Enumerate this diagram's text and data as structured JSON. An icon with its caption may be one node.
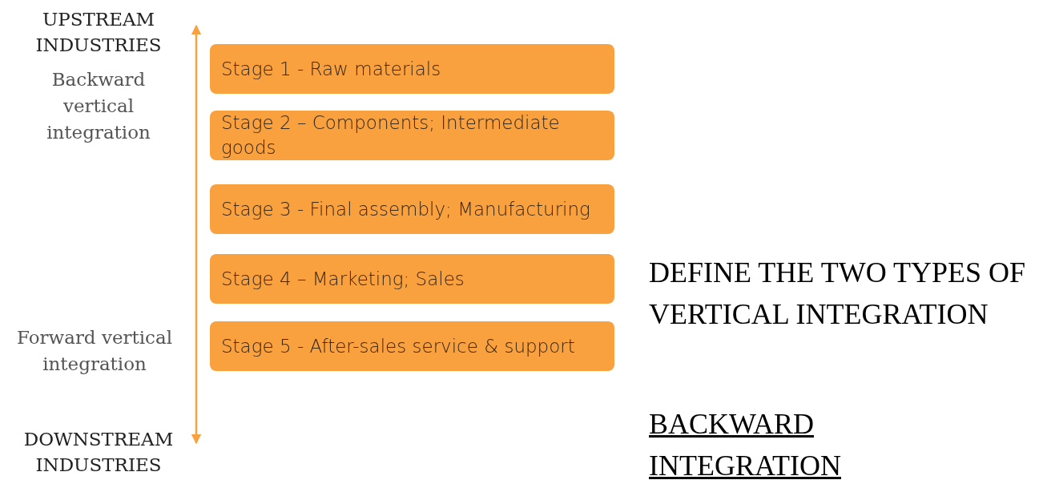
{
  "diagram": {
    "nodes": [
      {
        "text": [
          "Stage 1 - Raw materials"
        ]
      },
      {
        "text": [
          "Stage 2 – Components; Intermediate goods"
        ]
      },
      {
        "text": [
          "Stage 3 - Final assembly; Manufacturing"
        ]
      },
      {
        "text": [
          "Stage 4 – Marketing; Sales"
        ]
      },
      {
        "text": [
          "Stage 5 - After-sales service & support"
        ]
      }
    ],
    "edges": [],
    "labels": [
      "UPSTREAM INDUSTRIES",
      "Backward vertical integration",
      "Forward vertical integration",
      "DOWNSTREAM INDUSTRIES",
      "DEFINE THE TWO TYPES OF VERTICAL INTEGRATION",
      "BACKWARD INTEGRATION"
    ]
  }
}
